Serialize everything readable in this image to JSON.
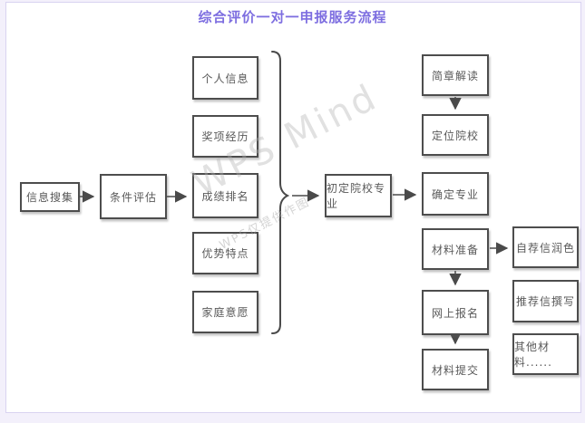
{
  "title": "综合评价一对一申报服务流程",
  "watermark": {
    "main": "WPS Mind",
    "sub": "WPS仅提供作图"
  },
  "flowchart": {
    "nodes": {
      "info_collect": "信息搜集",
      "condition_eval": "条件评估",
      "personal_info": "个人信息",
      "award_exp": "奖项经历",
      "grade_rank": "成绩排名",
      "strengths": "优势特点",
      "family_wish": "家庭意愿",
      "preliminary": "初定院校专业",
      "brochure": "简章解读",
      "position_school": "定位院校",
      "determine_major": "确定专业",
      "material_prep": "材料准备",
      "online_reg": "网上报名",
      "material_submit": "材料提交",
      "self_letter": "自荐信润色",
      "rec_letter": "推荐信撰写",
      "other_materials": "其他材料......"
    },
    "connections": [
      {
        "from": "信息搜集",
        "to": "条件评估"
      },
      {
        "from": "条件评估",
        "to": "成绩排名"
      },
      {
        "from": "个人信息/奖项经历/成绩排名/优势特点/家庭意愿 (brace)",
        "to": "初定院校专业"
      },
      {
        "from": "初定院校专业",
        "to": "确定专业"
      },
      {
        "from": "简章解读",
        "to": "定位院校"
      },
      {
        "from": "材料准备",
        "to": "网上报名"
      },
      {
        "from": "网上报名",
        "to": "材料提交"
      },
      {
        "from": "材料准备",
        "to": "自荐信润色"
      }
    ]
  },
  "colors": {
    "title": "#7d6ee0",
    "box_border": "#4d4d4d",
    "box_text": "#595959",
    "line": "#4a4a4a",
    "page_border": "#d9d3f1",
    "page_background": "#f3f0fb",
    "watermark": "#afafaf"
  }
}
